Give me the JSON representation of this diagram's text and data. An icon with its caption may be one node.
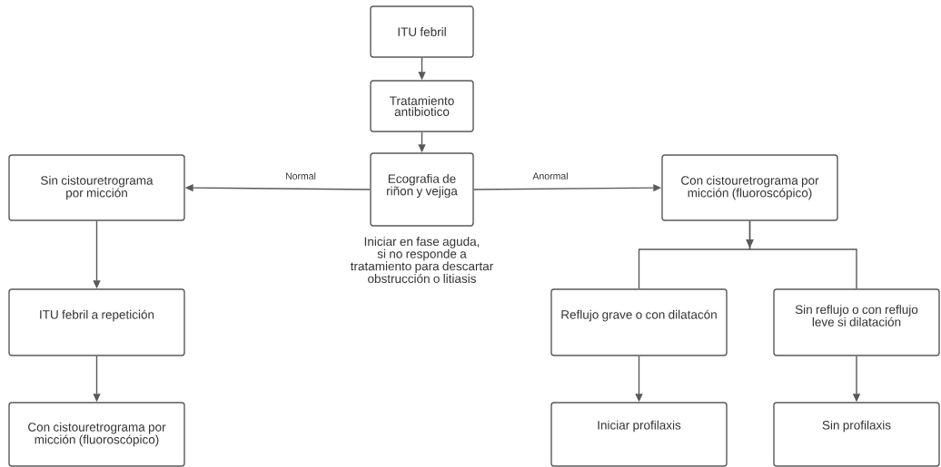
{
  "diagram": {
    "nodes": [
      {
        "text": [
          "ITU febril"
        ]
      },
      {
        "text": [
          "Tratamiento antibiotico"
        ]
      },
      {
        "text": [
          "Ecografia de riñon y vejiga"
        ],
        "beside": [
          "Iniciar en fase aguda, si no responde a tratamiento para descartar obstrucción o litiasis"
        ]
      },
      {
        "text": [
          "Sin cistouretrograma por micción"
        ]
      },
      {
        "text": [
          "ITU febril a repetición"
        ]
      },
      {
        "text": [
          "Con cistouretrograma por micción (fluoroscópico)"
        ]
      },
      {
        "text": [
          "Con cistouretrograma por micción (fluoroscópico)"
        ]
      },
      {
        "text": [
          "Reflujo grave o con dilatacón"
        ]
      },
      {
        "text": [
          "Sin reflujo o con reflujo leve si dilatación"
        ]
      },
      {
        "text": [
          "Iniciar profilaxis"
        ]
      },
      {
        "text": [
          "Sin profilaxis"
        ]
      }
    ],
    "edges": [
      {
        "from": 0,
        "to": 1,
        "arrow": "to"
      },
      {
        "from": 1,
        "to": 2,
        "arrow": "to"
      },
      {
        "from": 2,
        "to": 3,
        "arrow": "to",
        "label": "Normal"
      },
      {
        "from": 2,
        "to": 6,
        "arrow": "to",
        "label": "Anormal"
      },
      {
        "from": 3,
        "to": 4,
        "arrow": "to"
      },
      {
        "from": 4,
        "to": 5,
        "arrow": "to"
      },
      {
        "from": 6,
        "to": 7,
        "arrow": "to"
      },
      {
        "from": 6,
        "to": 8,
        "arrow": "to"
      },
      {
        "from": 7,
        "to": 9,
        "arrow": "to"
      },
      {
        "from": 8,
        "to": 10,
        "arrow": "to"
      }
    ]
  }
}
